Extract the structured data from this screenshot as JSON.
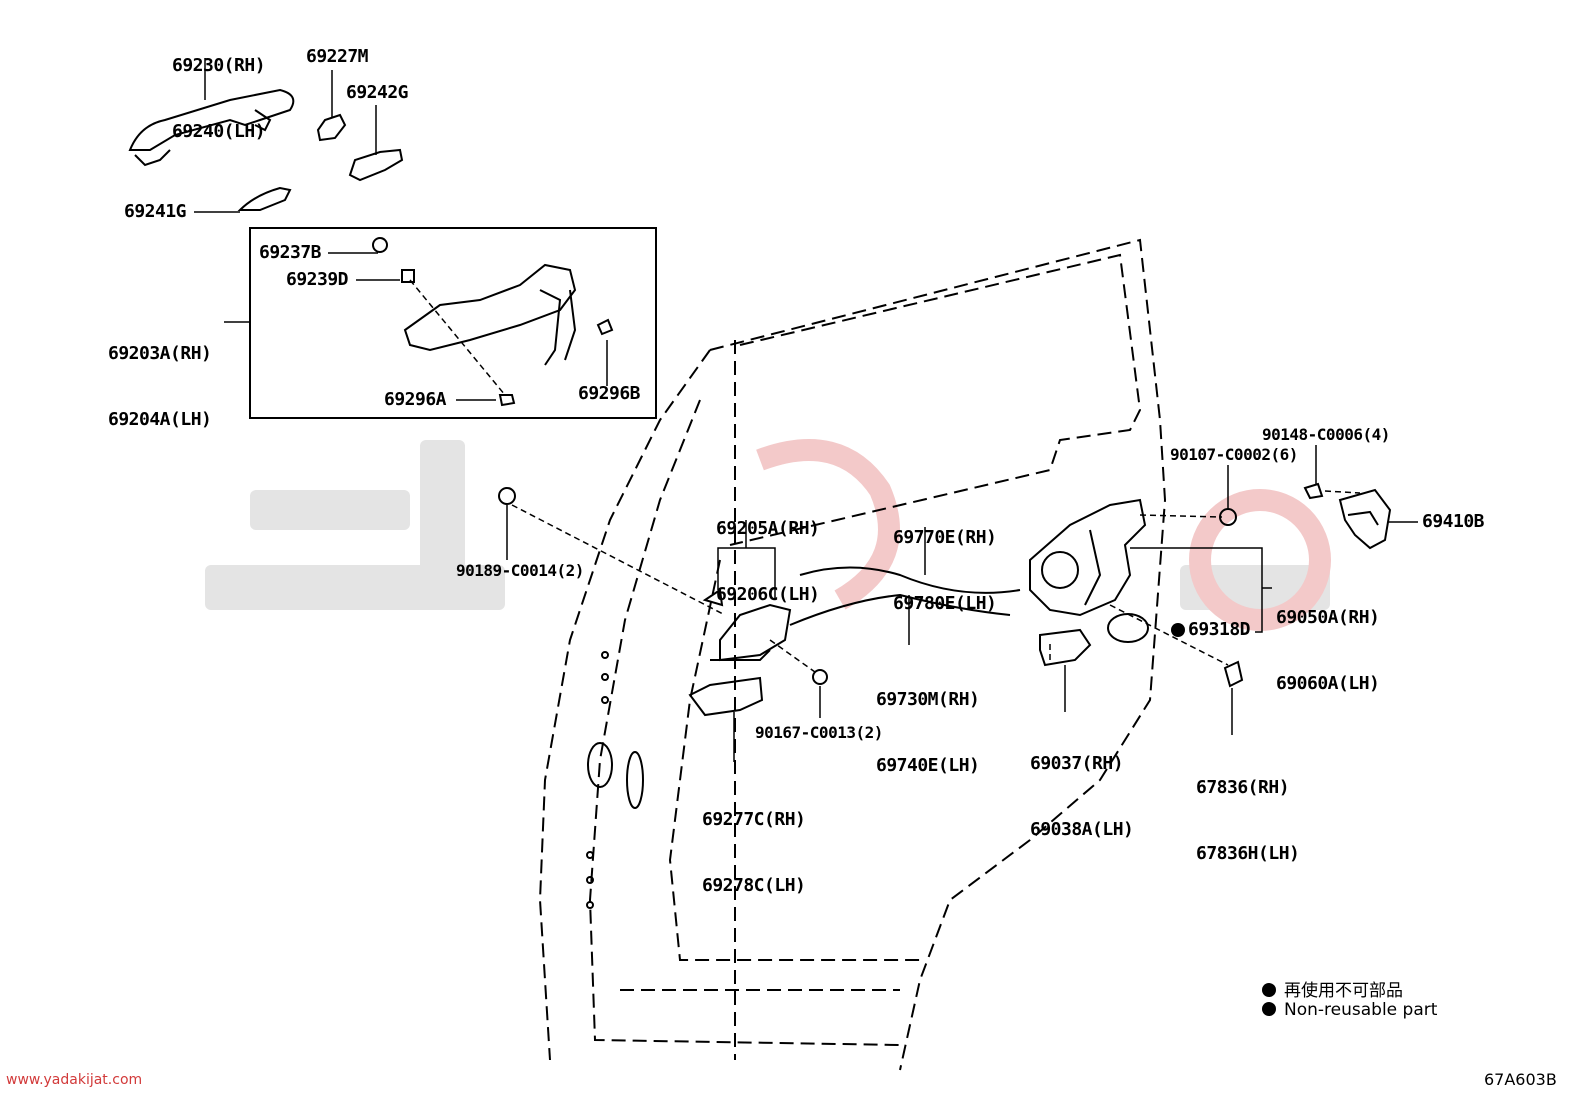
{
  "parts": {
    "p1": {
      "l1": "69230(RH)",
      "l2": "69240(LH)"
    },
    "p2": "69227M",
    "p3": "69242G",
    "p4": "69241G",
    "p5": "69237B",
    "p6": "69239D",
    "p7": {
      "l1": "69203A(RH)",
      "l2": "69204A(LH)"
    },
    "p8": "69296A",
    "p9": "69296B",
    "p10": "90189-C0014(2)",
    "p11": {
      "l1": "69205A(RH)",
      "l2": "69206C(LH)"
    },
    "p12": {
      "l1": "69770E(RH)",
      "l2": "69780E(LH)"
    },
    "p13": {
      "l1": "69730M(RH)",
      "l2": "69740E(LH)"
    },
    "p14": "90167-C0013(2)",
    "p15": {
      "l1": "69277C(RH)",
      "l2": "69278C(LH)"
    },
    "p16": "90148-C0006(4)",
    "p17": "90107-C0002(6)",
    "p18": "69410B",
    "p19": {
      "l1": "69050A(RH)",
      "l2": "69060A(LH)"
    },
    "p20": "69318D",
    "p21": {
      "l1": "69037(RH)",
      "l2": "69038A(LH)"
    },
    "p22": {
      "l1": "67836(RH)",
      "l2": "67836H(LH)"
    }
  },
  "legend": {
    "jp": "再使用不可部品",
    "en": "Non-reusable part"
  },
  "footer": {
    "url": "www.yadakijat.com",
    "code": "67A603B"
  },
  "colors": {
    "line": "#000000",
    "watermark": "#dedede",
    "url": "#d23a3a"
  }
}
